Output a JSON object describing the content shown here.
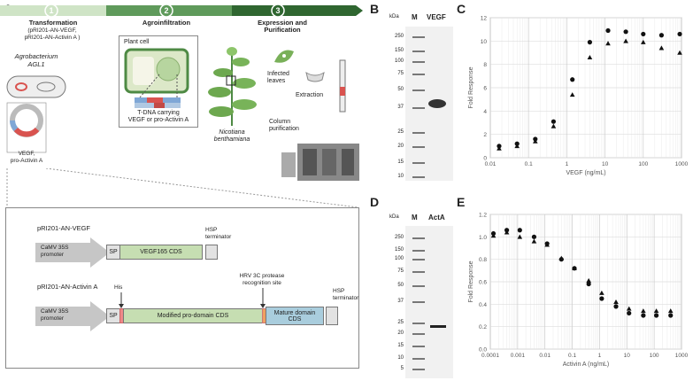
{
  "panels": {
    "a": "A",
    "b": "B",
    "c": "C",
    "d": "D",
    "e": "E"
  },
  "workflow": {
    "steps": [
      {
        "num": "1",
        "title": "Transformation",
        "sub": "(pRI201-AN-VEGF,\npRI201-AN-Activin A )"
      },
      {
        "num": "2",
        "title": "Agroinfiltration"
      },
      {
        "num": "3",
        "title": "Expression and\nPurification"
      }
    ],
    "agro_line1": "Agrobacterium",
    "agro_line2": "AGL1",
    "plasmid_label": "VEGF,\npro-Activin A",
    "plant_cell": "Plant cell",
    "tdna": "T-DNA carrying\nVEGF or pro-Activin A",
    "plant_name": "Nicotiana\nbenthamiana",
    "infected": "Infected\nleaves",
    "extraction": "Extraction",
    "column": "Column\npurification",
    "colors": {
      "step1": "#cfe4c6",
      "step2": "#5f9a5b",
      "step3": "#2f6630",
      "cds_green": "#c6deb2",
      "cds_blue": "#a9cddd",
      "accent_red": "#d9534f"
    }
  },
  "constructs": {
    "vegf": {
      "name": "pRI201-AN-VEGF",
      "promoter": "CaMV 35S\npromoter",
      "sp": "SP",
      "cds": "VEGF165 CDS",
      "terminator": "HSP\nterminator"
    },
    "activin": {
      "name": "pRI201-AN-Activin A",
      "promoter": "CaMV 35S\npromoter",
      "sp": "SP",
      "his": "His",
      "hrv": "HRV 3C protease\nrecognition site",
      "prodomain": "Modified pro-domain CDS",
      "mature": "Mature domain\nCDS",
      "terminator": "HSP\nterminator"
    }
  },
  "gel_b": {
    "kda": "kDa",
    "m": "M",
    "lane": "VEGF",
    "markers": [
      "250",
      "150",
      "100",
      "75",
      "50",
      "37",
      "25",
      "20",
      "15",
      "10"
    ]
  },
  "gel_d": {
    "kda": "kDa",
    "m": "M",
    "lane": "ActA",
    "markers": [
      "250",
      "150",
      "100",
      "75",
      "50",
      "37",
      "25",
      "20",
      "15",
      "10",
      "5"
    ]
  },
  "chart_data": [
    {
      "type": "scatter",
      "panel": "C",
      "xlabel": "VEGF (ng/mL)",
      "ylabel": "Fold Response",
      "xscale": "log",
      "xlim": [
        0.01,
        1000
      ],
      "ylim": [
        0,
        12
      ],
      "xticks": [
        "0.01",
        "0.1",
        "1",
        "10",
        "100",
        "1000"
      ],
      "yticks": [
        "0",
        "2",
        "4",
        "6",
        "8",
        "10",
        "12"
      ],
      "grid": true,
      "series": [
        {
          "marker": "circle",
          "x": [
            0.017,
            0.05,
            0.15,
            0.45,
            1.4,
            4,
            12,
            35,
            100,
            300,
            900
          ],
          "y": [
            1.0,
            1.2,
            1.6,
            3.1,
            6.7,
            9.9,
            10.9,
            10.8,
            10.6,
            10.5,
            10.6
          ]
        },
        {
          "marker": "triangle",
          "x": [
            0.017,
            0.05,
            0.15,
            0.45,
            1.4,
            4,
            12,
            35,
            100,
            300,
            900
          ],
          "y": [
            0.8,
            1.0,
            1.4,
            2.7,
            5.4,
            8.6,
            9.8,
            10.0,
            9.9,
            9.4,
            9.0
          ]
        }
      ]
    },
    {
      "type": "scatter",
      "panel": "E",
      "xlabel": "Activin A (ng/mL)",
      "ylabel": "Fold Response",
      "xscale": "log",
      "xlim": [
        0.0001,
        1000
      ],
      "ylim": [
        0,
        1.2
      ],
      "xticks": [
        "0.0001",
        "0.001",
        "0.01",
        "0.1",
        "1",
        "10",
        "100",
        "1000"
      ],
      "yticks": [
        "0.0",
        "0.2",
        "0.4",
        "0.6",
        "0.8",
        "1.0",
        "1.2"
      ],
      "grid": true,
      "series": [
        {
          "marker": "circle",
          "x": [
            0.00013,
            0.0004,
            0.0012,
            0.004,
            0.012,
            0.04,
            0.12,
            0.4,
            1.2,
            4,
            12,
            40,
            120,
            400
          ],
          "y": [
            1.03,
            1.06,
            1.06,
            1.0,
            0.94,
            0.8,
            0.72,
            0.58,
            0.45,
            0.38,
            0.32,
            0.3,
            0.3,
            0.3
          ]
        },
        {
          "marker": "triangle",
          "x": [
            0.00013,
            0.0004,
            0.0012,
            0.004,
            0.012,
            0.04,
            0.12,
            0.4,
            1.2,
            4,
            12,
            40,
            120,
            400
          ],
          "y": [
            1.01,
            1.04,
            1.0,
            0.96,
            0.93,
            0.81,
            0.72,
            0.61,
            0.5,
            0.42,
            0.36,
            0.34,
            0.34,
            0.34
          ]
        }
      ]
    }
  ]
}
